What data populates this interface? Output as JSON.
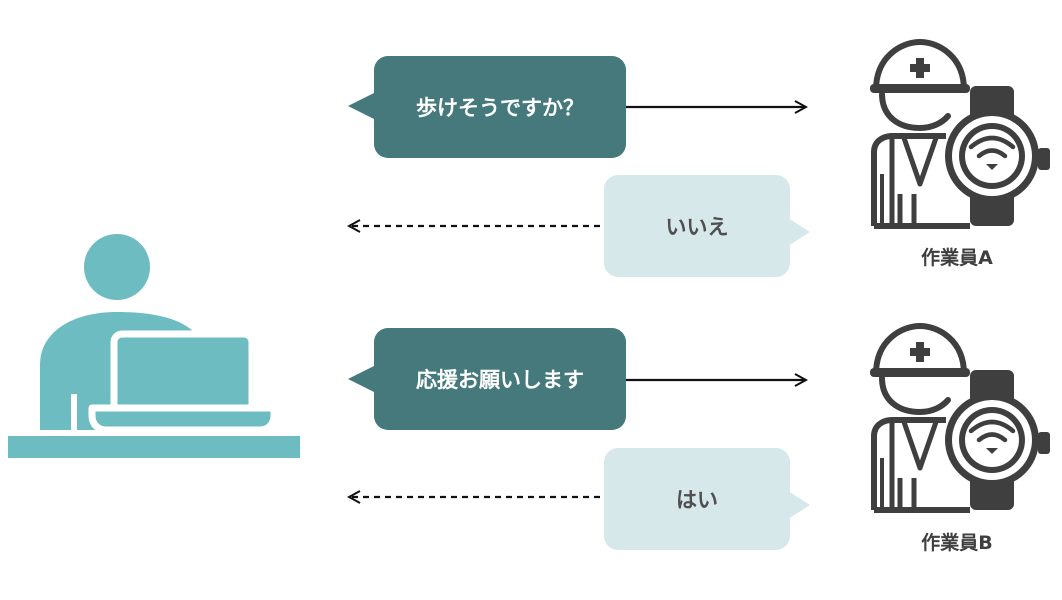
{
  "colors": {
    "dark_bubble": "#45797c",
    "light_bubble": "#d6e8ea",
    "light_text": "#4f4f4f",
    "operator": "#6dbcc1",
    "worker": "#3f3f3f",
    "arrow": "#111111"
  },
  "operator": {
    "icon": "operator-at-laptop-icon"
  },
  "messages": [
    {
      "text": "歩けそうですか？",
      "direction": "to-worker",
      "worker": "A"
    },
    {
      "text": "いいえ",
      "direction": "to-operator",
      "worker": "A"
    },
    {
      "text": "応援お願いします",
      "direction": "to-worker",
      "worker": "B"
    },
    {
      "text": "はい",
      "direction": "to-operator",
      "worker": "B"
    }
  ],
  "workers": [
    {
      "label": "作業員A",
      "icon": "worker-with-smartwatch-icon"
    },
    {
      "label": "作業員B",
      "icon": "worker-with-smartwatch-icon"
    }
  ]
}
